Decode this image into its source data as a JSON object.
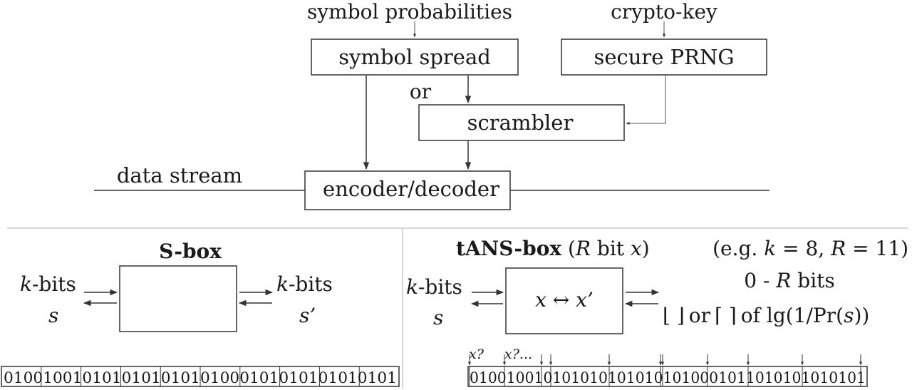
{
  "top": {
    "symbol_probabilities": "symbol probabilities",
    "crypto_key": "crypto-key",
    "symbol_spread": "symbol spread",
    "secure_prng": "secure PRNG",
    "or": "or",
    "scrambler": "scrambler",
    "data_stream": "data stream",
    "encoder_decoder": "encoder/decoder"
  },
  "sbox": {
    "title": "S-box",
    "left_k": "k",
    "left_bits": "-bits",
    "left_s": "s",
    "right_k": "k",
    "right_bits": "-bits",
    "right_s": "s’",
    "bitstring": "0100100101010101010101000101010101010101"
  },
  "tans": {
    "title_bold": "tANS-box",
    "title_paren_open": " (",
    "title_R": "R",
    "title_bit": " bit ",
    "title_x": "x",
    "title_paren_close": ")",
    "example_open": "(e.g. ",
    "example_k": "k",
    "example_mid": " = 8, ",
    "example_R": "R",
    "example_end": " = 11)",
    "left_k": "k",
    "left_bits": "-bits",
    "left_s": "s",
    "box_x": "x",
    "box_arrow": " ↔ ",
    "box_xp": "x’",
    "bits_range_pre": "0 - ",
    "bits_range_R": "R",
    "bits_range_post": " bits",
    "floor_symbol": "⌊ ⌋",
    "or_word": "or",
    "ceil_symbol": "⌈ ⌉",
    "lg_pre": "of lg(1/Pr(",
    "lg_s": "s",
    "lg_post": "))",
    "x_q1": "x?",
    "x_q2": "x?...",
    "bitstring": "0100100101010101010101010001011010101010101"
  }
}
